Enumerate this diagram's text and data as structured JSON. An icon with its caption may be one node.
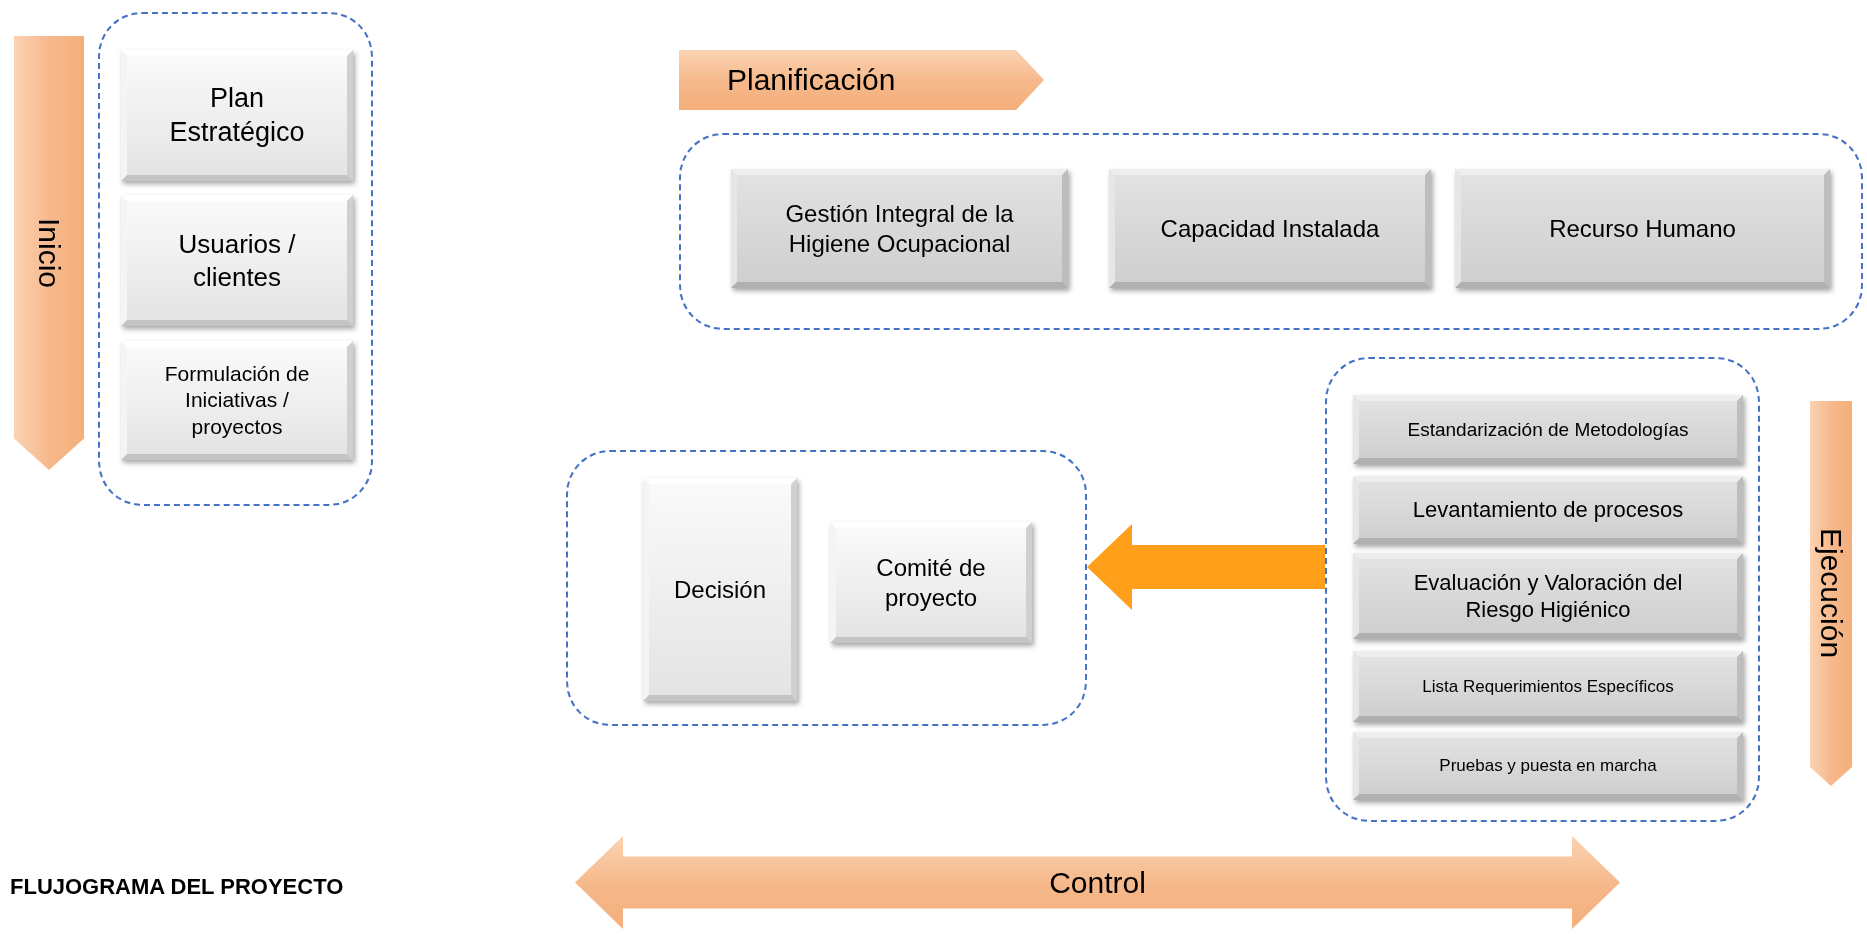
{
  "diagram": {
    "title": "FLUJOGRAMA DEL PROYECTO",
    "nodes": [
      {
        "text": [
          "Inicio"
        ]
      },
      {
        "text": [],
        "shape": "box"
      },
      {
        "text": [
          "Plan Estratégico"
        ],
        "in": 1
      },
      {
        "text": [
          "Usuarios / clientes"
        ],
        "in": 1
      },
      {
        "text": [
          "Formulación de Iniciativas / proyectos"
        ],
        "in": 1
      },
      {
        "text": [
          "Planificación"
        ]
      },
      {
        "text": [],
        "shape": "box"
      },
      {
        "text": [
          "Gestión Integral de la Higiene Ocupacional"
        ],
        "in": 6
      },
      {
        "text": [
          "Capacidad Instalada"
        ],
        "in": 6
      },
      {
        "text": [
          "Recurso Humano"
        ],
        "in": 6
      },
      {
        "text": [],
        "shape": "box"
      },
      {
        "text": [
          "Estandarización de Metodologías"
        ],
        "in": 10
      },
      {
        "text": [
          "Levantamiento de procesos"
        ],
        "in": 10
      },
      {
        "text": [
          "Evaluación y Valoración del Riesgo Higiénico"
        ],
        "in": 10
      },
      {
        "text": [
          "Lista Requerimientos Específicos"
        ],
        "in": 10
      },
      {
        "text": [
          "Pruebas y puesta en marcha"
        ],
        "in": 10
      },
      {
        "text": [
          "Ejecución"
        ]
      },
      {
        "text": [],
        "shape": "box"
      },
      {
        "text": [
          "Decisión"
        ],
        "in": 17
      },
      {
        "text": [
          "Comité de proyecto"
        ],
        "in": 17
      },
      {
        "text": [
          "Control"
        ]
      }
    ],
    "edges": [
      {
        "from": 10,
        "to": 17,
        "arrow": "to",
        "style": "thick",
        "color": "#ff9f1a"
      }
    ]
  }
}
